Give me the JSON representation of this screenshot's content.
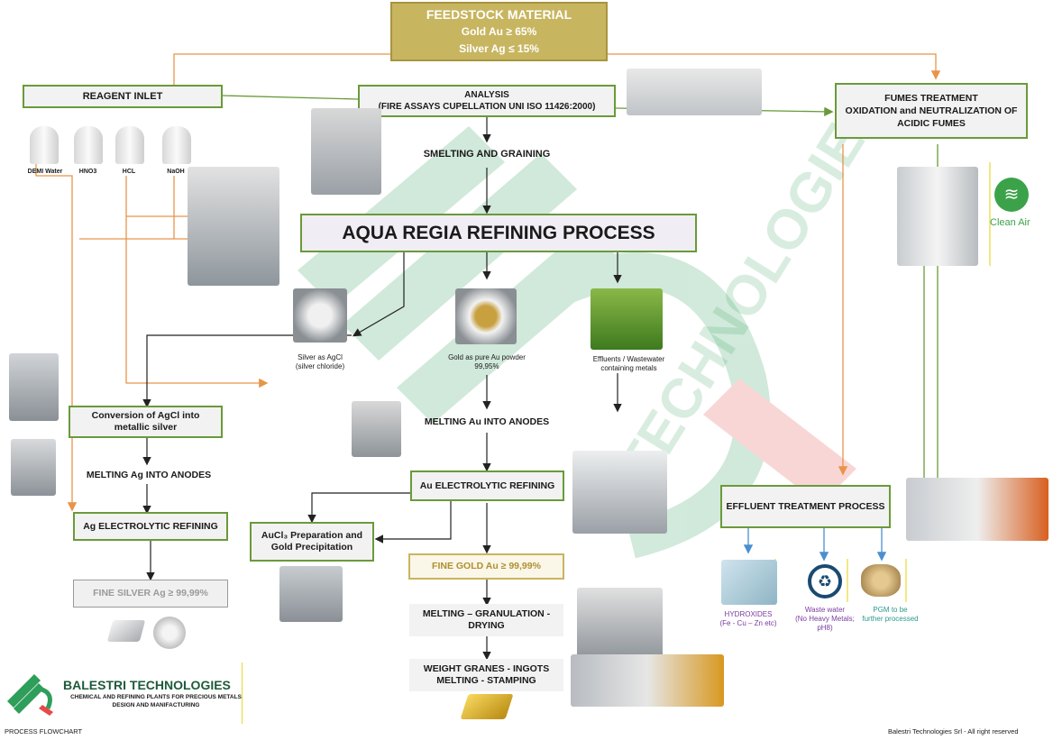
{
  "feedstock": {
    "title": "FEEDSTOCK MATERIAL",
    "gold": "Gold Au ≥ 65%",
    "silver": "Silver Ag ≤ 15%"
  },
  "reagent_inlet": "REAGENT INLET",
  "reagents": [
    "DEMI Water",
    "HNO3",
    "HCL",
    "NaOH"
  ],
  "analysis": {
    "line1": "ANALYSIS",
    "line2": "(FIRE ASSAYS CUPELLATION UNI ISO 11426:2000)"
  },
  "fumes": {
    "line1": "FUMES TREATMENT",
    "line2": "OXIDATION and NEUTRALIZATION OF",
    "line3": "ACIDIC FUMES"
  },
  "smelting": "SMELTING AND GRAINING",
  "aqua_regia": "AQUA REGIA REFINING PROCESS",
  "silver_agcl": {
    "line1": "Silver as AgCl",
    "line2": "(silver chloride)"
  },
  "gold_powder": {
    "line1": "Gold as pure Au powder",
    "line2": "99,95%"
  },
  "effluents": {
    "line1": "Effluents / Wastewater",
    "line2": "containing metals"
  },
  "conversion": "Conversion of AgCl into metallic silver",
  "melting_ag": "MELTING Ag INTO ANODES",
  "ag_electrolytic": "Ag ELECTROLYTIC REFINING",
  "fine_silver": "FINE SILVER Ag ≥ 99,99%",
  "melting_au": "MELTING Au INTO ANODES",
  "au_electrolytic": "Au ELECTROLYTIC REFINING",
  "aucl3": {
    "line1": "AuCl₃ Preparation and",
    "line2": "Gold Precipitation"
  },
  "fine_gold": "FINE GOLD Au ≥ 99,99%",
  "melting_gran": {
    "line1": "MELTING – GRANULATION -",
    "line2": "DRYING"
  },
  "weight_granes": {
    "line1": "WEIGHT GRANES - INGOTS",
    "line2": "MELTING - STAMPING"
  },
  "effluent_treatment": "EFFLUENT TREATMENT PROCESS",
  "hydroxides": {
    "line1": "HYDROXIDES",
    "line2": "(Fe - Cu – Zn etc)"
  },
  "waste_water": {
    "line1": "Waste water",
    "line2": "(No Heavy Metals;",
    "line3": "pH8)"
  },
  "pgm": {
    "line1": "PGM to be",
    "line2": "further processed"
  },
  "clean_air": "Clean Air",
  "brand": {
    "name": "BALESTRI TECHNOLOGIES",
    "tag1": "CHEMICAL AND REFINING PLANTS FOR PRECIOUS METALS",
    "tag2": "DESIGN AND MANIFACTURING"
  },
  "watermark": "TECHNOLOGIES",
  "footer": {
    "left": "PROCESS FLOWCHART",
    "right": "Balestri Technologies Srl  - All right reserved"
  },
  "colors": {
    "green_border": "#6a9a3a",
    "gold_box": "#c8b560",
    "orange_line": "#e8944a",
    "blue_arrow": "#4a8fcf",
    "purple_text": "#7a3aa0",
    "teal_text": "#2a9a8a"
  }
}
